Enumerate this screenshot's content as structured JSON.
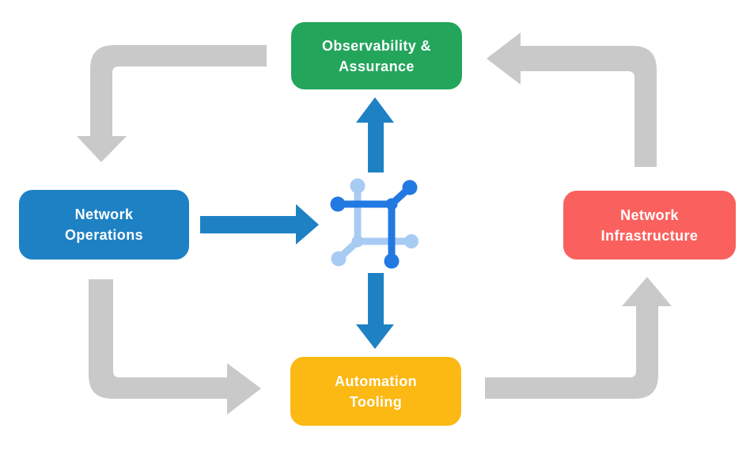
{
  "colors": {
    "background": "#ffffff",
    "green": "#23a55c",
    "blue": "#1e81c4",
    "red": "#fa615e",
    "yellow": "#fcb813",
    "gray_arrow": "#c9c9c9",
    "icon_dark_blue": "#2279e2",
    "icon_light_blue": "#a8cbf3",
    "label_text": "#ffffff"
  },
  "nodes": {
    "observability": {
      "label": "Observability &\nAssurance",
      "color": "#23a55c"
    },
    "operations": {
      "label": "Network\nOperations",
      "color": "#1e81c4"
    },
    "infrastructure": {
      "label": "Network\nInfrastructure",
      "color": "#fa615e"
    },
    "automation": {
      "label": "Automation\nTooling",
      "color": "#fcb813"
    }
  },
  "icons": {
    "center": "network-mesh-icon"
  },
  "flows": [
    {
      "from": "observability",
      "to": "operations",
      "style": "gray-elbow"
    },
    {
      "from": "operations",
      "to": "automation",
      "style": "gray-elbow"
    },
    {
      "from": "automation",
      "to": "infrastructure",
      "style": "gray-elbow"
    },
    {
      "from": "infrastructure",
      "to": "observability",
      "style": "gray-elbow"
    },
    {
      "from": "operations",
      "to": "center-icon",
      "style": "blue-straight"
    },
    {
      "from": "center-icon",
      "to": "observability",
      "style": "blue-straight"
    },
    {
      "from": "center-icon",
      "to": "automation",
      "style": "blue-straight"
    }
  ]
}
